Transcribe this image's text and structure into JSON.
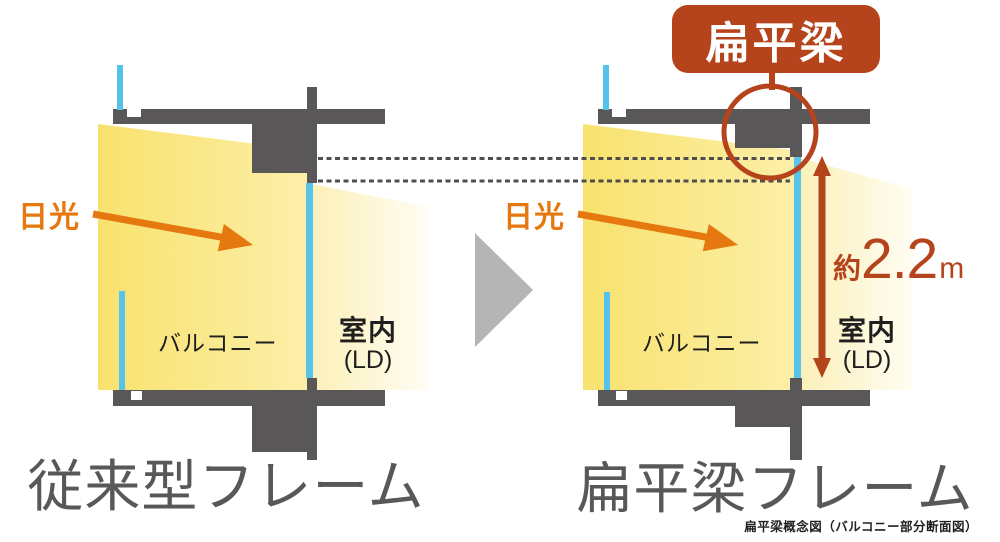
{
  "caption": "扁平梁概念図（バルコニー部分断面図）",
  "left_panel": {
    "title": "従来型フレーム",
    "sunlight": "日光",
    "balcony": "バルコニー",
    "room": "室内",
    "room_sub": "(LD)"
  },
  "right_panel": {
    "title": "扁平梁フレーム",
    "sunlight": "日光",
    "balcony": "バルコニー",
    "room": "室内",
    "room_sub": "(LD)",
    "flat_beam_callout": "扁平梁",
    "ceiling_height": {
      "prefix": "約",
      "value": "2.2",
      "unit": "m"
    }
  },
  "colors": {
    "structure_gray": "#595757",
    "glass_blue": "#56c3ea",
    "sun_orange": "#e5780f",
    "sunlight_yellow": "#f8e26e",
    "sunlight_pale": "#fffdf4",
    "accent_brick": "#b5431c",
    "transition_arrow_gray": "#b5b5b5",
    "text_dark": "#1f1f1f"
  }
}
